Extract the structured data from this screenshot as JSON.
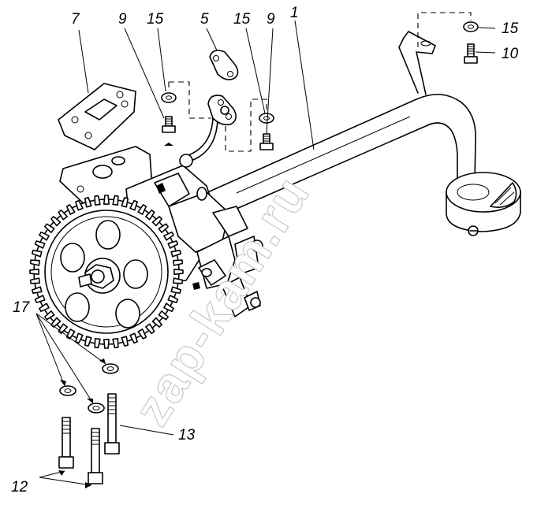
{
  "labels": {
    "l1": "1",
    "l5": "5",
    "l7": "7",
    "l9a": "9",
    "l9b": "9",
    "l10": "10",
    "l12": "12",
    "l13": "13",
    "l15a": "15",
    "l15b": "15",
    "l15c": "15",
    "l17": "17"
  },
  "watermark": "zap-kam.ru",
  "colors": {
    "line": "#000000",
    "background": "#ffffff",
    "watermark": "#c8c8c8"
  }
}
